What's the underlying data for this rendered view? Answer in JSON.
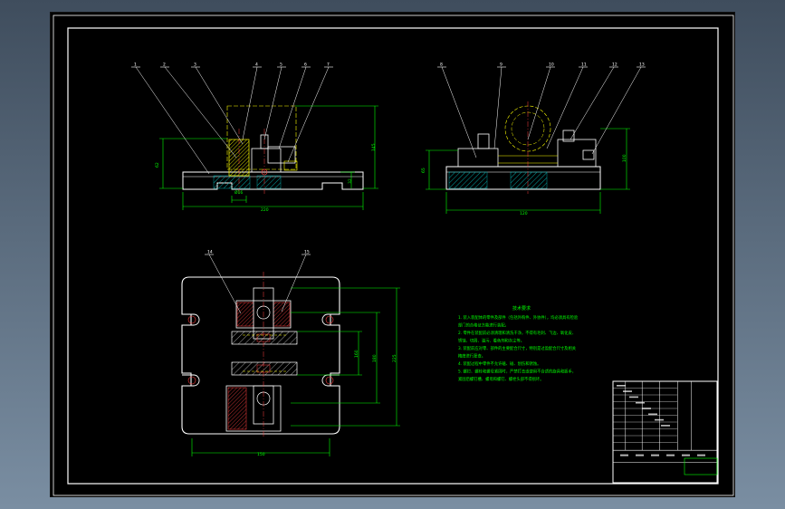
{
  "drawing": {
    "colors": {
      "background": "#000000",
      "frame": "#ffffff",
      "outline": "#ffffff",
      "dimension": "#00ff00",
      "hatch": "#00a0a0",
      "section": "#ff4040",
      "hidden": "#ffff00"
    },
    "front_view": {
      "balloons": [
        "1",
        "2",
        "3",
        "4",
        "5",
        "6",
        "7"
      ],
      "dims": {
        "overall_width": "220",
        "height_left": "62",
        "height_right": "145",
        "base_height": "32",
        "bore": "Ø16"
      }
    },
    "side_view": {
      "balloons": [
        "8",
        "9",
        "10",
        "11",
        "12",
        "13"
      ],
      "dims": {
        "overall_width": "120",
        "height_left": "65",
        "height_right": "100"
      }
    },
    "top_view": {
      "balloons": [
        "14",
        "15"
      ],
      "dims": {
        "width": "150",
        "height_a": "225",
        "height_b": "180",
        "height_c": "160"
      }
    },
    "notes": {
      "title": "技术要求",
      "lines": [
        "1. 装入装配体的零件及部件（包括外购件、外协件），均必须具有检验",
        "部门的合格证方能进行装配。",
        "2. 零件在装配前必须清理和清洗干净，不得有毛刺、飞边、氧化皮、",
        "锈蚀、切屑、油污、着色剂和灰尘等。",
        "3. 装配前应对零、部件的主要配合尺寸，特别是过盈配合尺寸及相关",
        "精度进行复查。",
        "4. 装配过程中零件不允许磕、碰、划伤和锈蚀。",
        "5. 螺钉、螺栓和螺母紧固时，严禁打击或使用不合适的旋具和扳手，",
        "紧固后螺钉槽、螺母和螺钉、螺栓头部不得损坏。"
      ]
    }
  }
}
